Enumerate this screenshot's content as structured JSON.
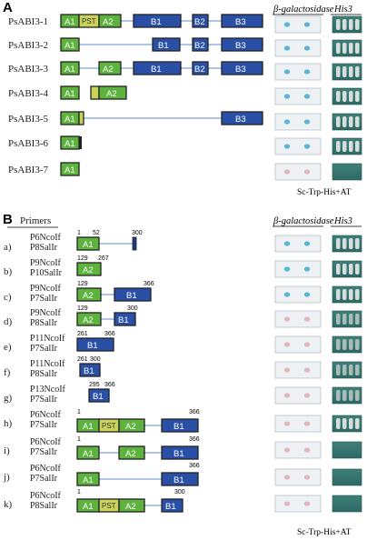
{
  "panel_a": {
    "label": "A",
    "header_bgal": "β-galactosidase",
    "header_his3": "His3",
    "footnote": "Sc-Trp-His+AT",
    "rows": [
      "PsABI3-1",
      "PsABI3-2",
      "PsABI3-3",
      "PsABI3-4",
      "PsABI3-5",
      "PsABI3-6",
      "PsABI3-7"
    ]
  },
  "panel_b": {
    "label": "B",
    "primers_header": "Primers",
    "header_bgal": "β-galactosidase",
    "header_his3": "His3",
    "footnote": "Sc-Trp-His+AT",
    "rows": [
      {
        "letter": "a)",
        "primer1": "P6NcoIf",
        "primer2": "P8SalIr",
        "start": "1",
        "mid": "52",
        "end": "300"
      },
      {
        "letter": "b)",
        "primer1": "P9NcoIf",
        "primer2": "P10SalIr",
        "start": "129",
        "end": "267"
      },
      {
        "letter": "c)",
        "primer1": "P9NcoIf",
        "primer2": "P7SalIr",
        "start": "129",
        "end": "366"
      },
      {
        "letter": "d)",
        "primer1": "P9NcoIf",
        "primer2": "P8SalIr",
        "start": "129",
        "end": "300"
      },
      {
        "letter": "e)",
        "primer1": "P11NcoIf",
        "primer2": "P7SalIr",
        "start": "261",
        "end": "366"
      },
      {
        "letter": "f)",
        "primer1": "P11NcoIf",
        "primer2": "P8SalIr",
        "start": "261",
        "end": "300"
      },
      {
        "letter": "g)",
        "primer1": "P13NcoIf",
        "primer2": "P7SalIr",
        "start": "295",
        "end": "366"
      },
      {
        "letter": "h)",
        "primer1": "P6NcoIf",
        "primer2": "P7SalIr",
        "start": "1",
        "end": "366"
      },
      {
        "letter": "i)",
        "primer1": "P6NcoIf",
        "primer2": "P7SalIr",
        "start": "1",
        "end": "366"
      },
      {
        "letter": "j)",
        "primer1": "P6NcoIf",
        "primer2": "P7SalIr",
        "start": "1",
        "end": "366"
      },
      {
        "letter": "k)",
        "primer1": "P6NcoIf",
        "primer2": "P8SalIr",
        "start": "1",
        "end": "300"
      }
    ]
  },
  "domains": {
    "a1": "A1",
    "pst": "PST",
    "a2": "A2",
    "b1": "B1",
    "b2": "B2",
    "b3": "B3"
  },
  "colors": {
    "green": "#5db33e",
    "yellow": "#c9d35a",
    "blue": "#2a4fa6",
    "line": "#5b8bd0"
  }
}
